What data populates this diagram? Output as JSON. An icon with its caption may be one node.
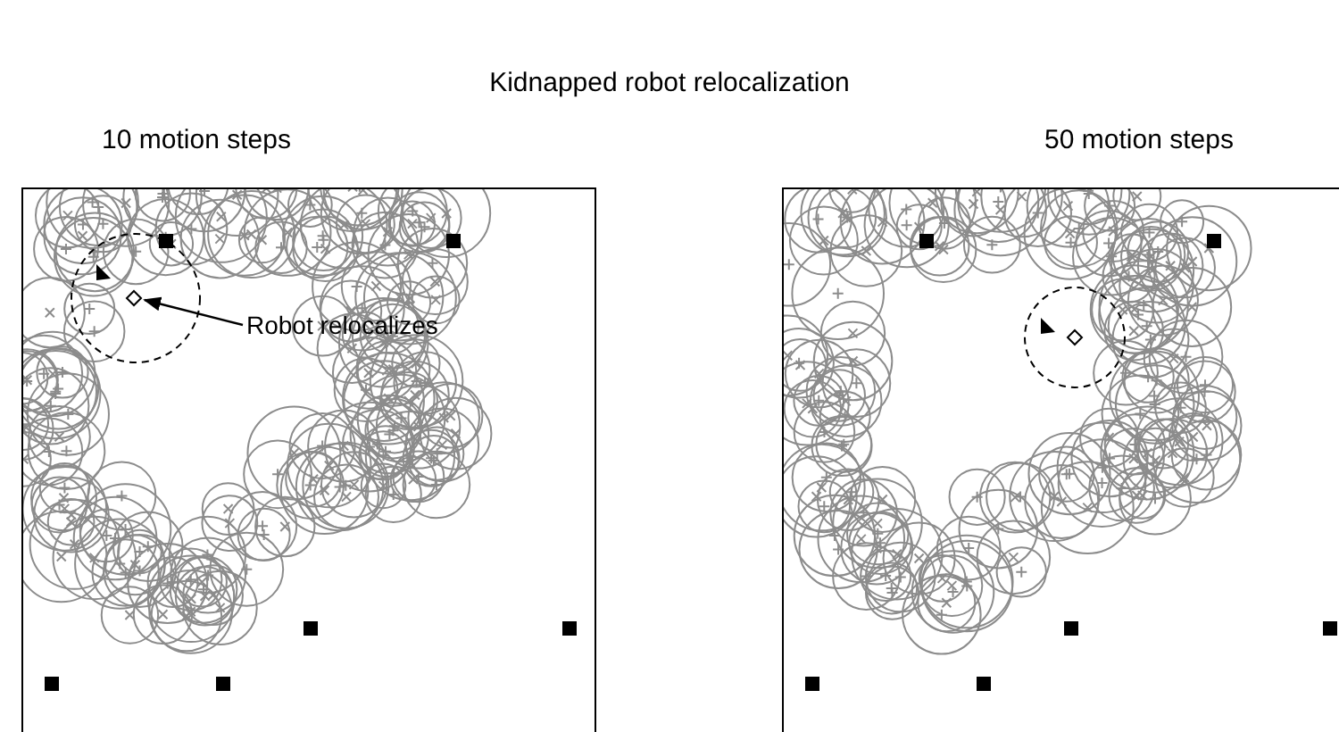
{
  "diagram": {
    "title": "Kidnapped robot relocalization",
    "nodes": [
      {
        "text": [
          "Robot relocalizes"
        ]
      },
      {
        "text": [],
        "shape": "diamond"
      }
    ],
    "edges": [
      {
        "from": 0,
        "to": 1,
        "arrow": "to"
      }
    ],
    "labels": [
      "10 motion steps",
      "50 motion steps"
    ]
  }
}
